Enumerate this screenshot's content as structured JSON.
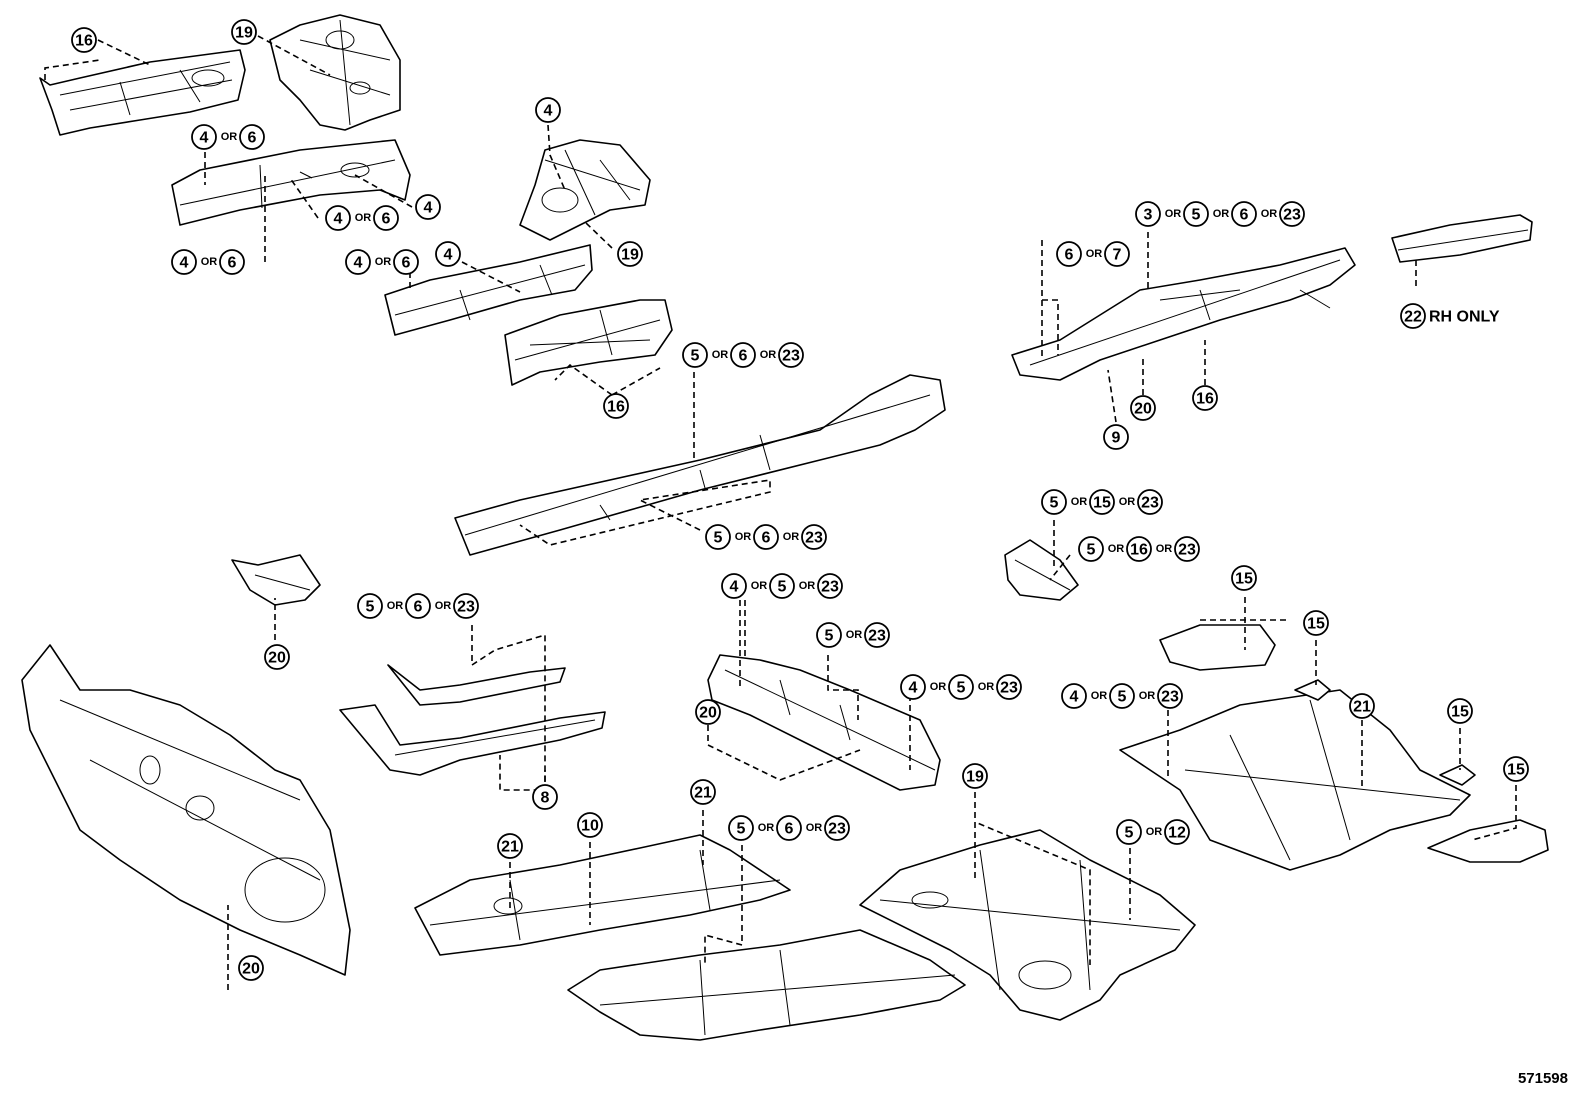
{
  "figure_id": "571598",
  "or_word": "OR",
  "callouts": [
    {
      "id": "c1",
      "refs": [
        "16"
      ]
    },
    {
      "id": "c2",
      "refs": [
        "19"
      ]
    },
    {
      "id": "c3",
      "refs": [
        "4",
        "6"
      ]
    },
    {
      "id": "c4",
      "refs": [
        "4"
      ]
    },
    {
      "id": "c5",
      "refs": [
        "4",
        "6"
      ]
    },
    {
      "id": "c6",
      "refs": [
        "4",
        "6"
      ]
    },
    {
      "id": "c7",
      "refs": [
        "4",
        "6"
      ]
    },
    {
      "id": "c8",
      "refs": [
        "4"
      ]
    },
    {
      "id": "c9",
      "refs": [
        "4"
      ]
    },
    {
      "id": "c10",
      "refs": [
        "19"
      ]
    },
    {
      "id": "c11",
      "refs": [
        "16"
      ]
    },
    {
      "id": "c12",
      "refs": [
        "5",
        "6",
        "23"
      ]
    },
    {
      "id": "c13",
      "refs": [
        "5",
        "6",
        "23"
      ]
    },
    {
      "id": "c14",
      "refs": [
        "3",
        "5",
        "6",
        "23"
      ]
    },
    {
      "id": "c15",
      "refs": [
        "6",
        "7"
      ]
    },
    {
      "id": "c16",
      "refs": [
        "22"
      ],
      "note": "RH ONLY"
    },
    {
      "id": "c17",
      "refs": [
        "20"
      ]
    },
    {
      "id": "c18",
      "refs": [
        "16"
      ]
    },
    {
      "id": "c19",
      "refs": [
        "9"
      ]
    },
    {
      "id": "c20",
      "refs": [
        "5",
        "15",
        "23"
      ]
    },
    {
      "id": "c21",
      "refs": [
        "5",
        "16",
        "23"
      ]
    },
    {
      "id": "c22",
      "refs": [
        "20"
      ]
    },
    {
      "id": "c23",
      "refs": [
        "5",
        "6",
        "23"
      ]
    },
    {
      "id": "c24",
      "refs": [
        "8"
      ]
    },
    {
      "id": "c25",
      "refs": [
        "4",
        "5",
        "23"
      ]
    },
    {
      "id": "c26",
      "refs": [
        "5",
        "23"
      ]
    },
    {
      "id": "c27",
      "refs": [
        "20"
      ]
    },
    {
      "id": "c28",
      "refs": [
        "4",
        "5",
        "23"
      ]
    },
    {
      "id": "c29",
      "refs": [
        "15"
      ]
    },
    {
      "id": "c30",
      "refs": [
        "15"
      ]
    },
    {
      "id": "c31",
      "refs": [
        "4",
        "5",
        "23"
      ]
    },
    {
      "id": "c32",
      "refs": [
        "21"
      ]
    },
    {
      "id": "c33",
      "refs": [
        "15"
      ]
    },
    {
      "id": "c34",
      "refs": [
        "15"
      ]
    },
    {
      "id": "c35",
      "refs": [
        "20"
      ]
    },
    {
      "id": "c36",
      "refs": [
        "21"
      ]
    },
    {
      "id": "c37",
      "refs": [
        "10"
      ]
    },
    {
      "id": "c38",
      "refs": [
        "21"
      ]
    },
    {
      "id": "c39",
      "refs": [
        "5",
        "6",
        "23"
      ]
    },
    {
      "id": "c40",
      "refs": [
        "19"
      ]
    },
    {
      "id": "c41",
      "refs": [
        "5",
        "12"
      ]
    }
  ]
}
